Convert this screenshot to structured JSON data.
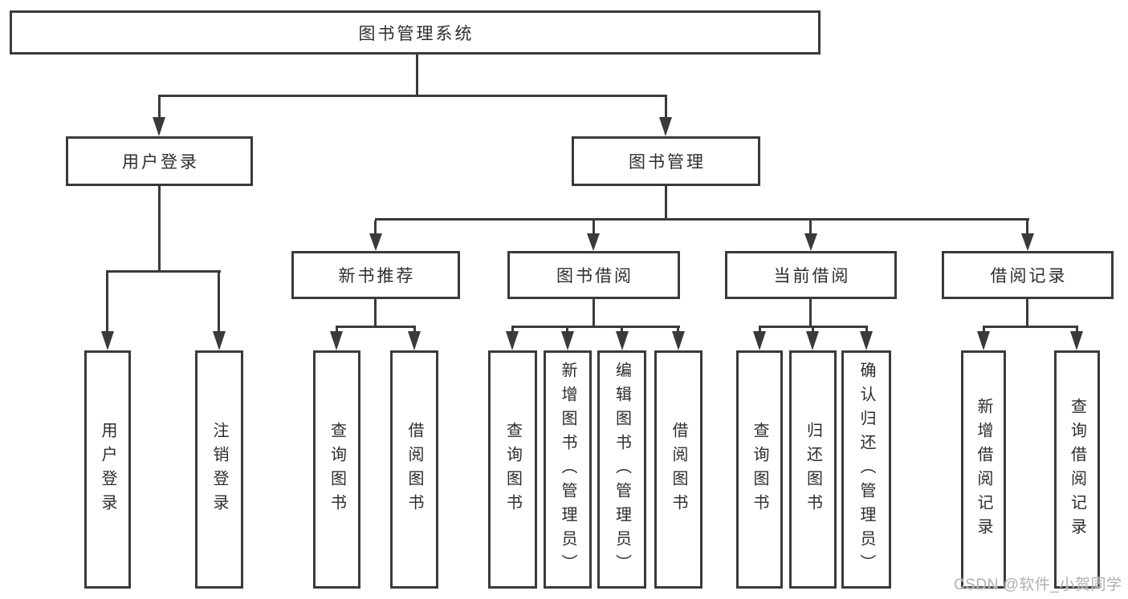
{
  "tree": {
    "label": "图书管理系统",
    "children": [
      {
        "label": "用户登录",
        "children": [
          {
            "label": "用户登录"
          },
          {
            "label": "注销登录"
          }
        ]
      },
      {
        "label": "图书管理",
        "children": [
          {
            "label": "新书推荐",
            "children": [
              {
                "label": "查询图书"
              },
              {
                "label": "借阅图书"
              }
            ]
          },
          {
            "label": "图书借阅",
            "children": [
              {
                "label": "查询图书"
              },
              {
                "label": "新增图书（管理员）"
              },
              {
                "label": "编辑图书（管理员）"
              },
              {
                "label": "借阅图书"
              }
            ]
          },
          {
            "label": "当前借阅",
            "children": [
              {
                "label": "查询图书"
              },
              {
                "label": "归还图书"
              },
              {
                "label": "确认归还（管理员）"
              }
            ]
          },
          {
            "label": "借阅记录",
            "children": [
              {
                "label": "新增借阅记录"
              },
              {
                "label": "查询借阅记录"
              }
            ]
          }
        ]
      }
    ]
  },
  "watermark": {
    "text": "CSDN @软件_小贺同学"
  },
  "colors": {
    "line": "#3a3a3a",
    "text": "#2d2d2d",
    "background": "#ffffff",
    "watermark": "#b0b0b0"
  }
}
